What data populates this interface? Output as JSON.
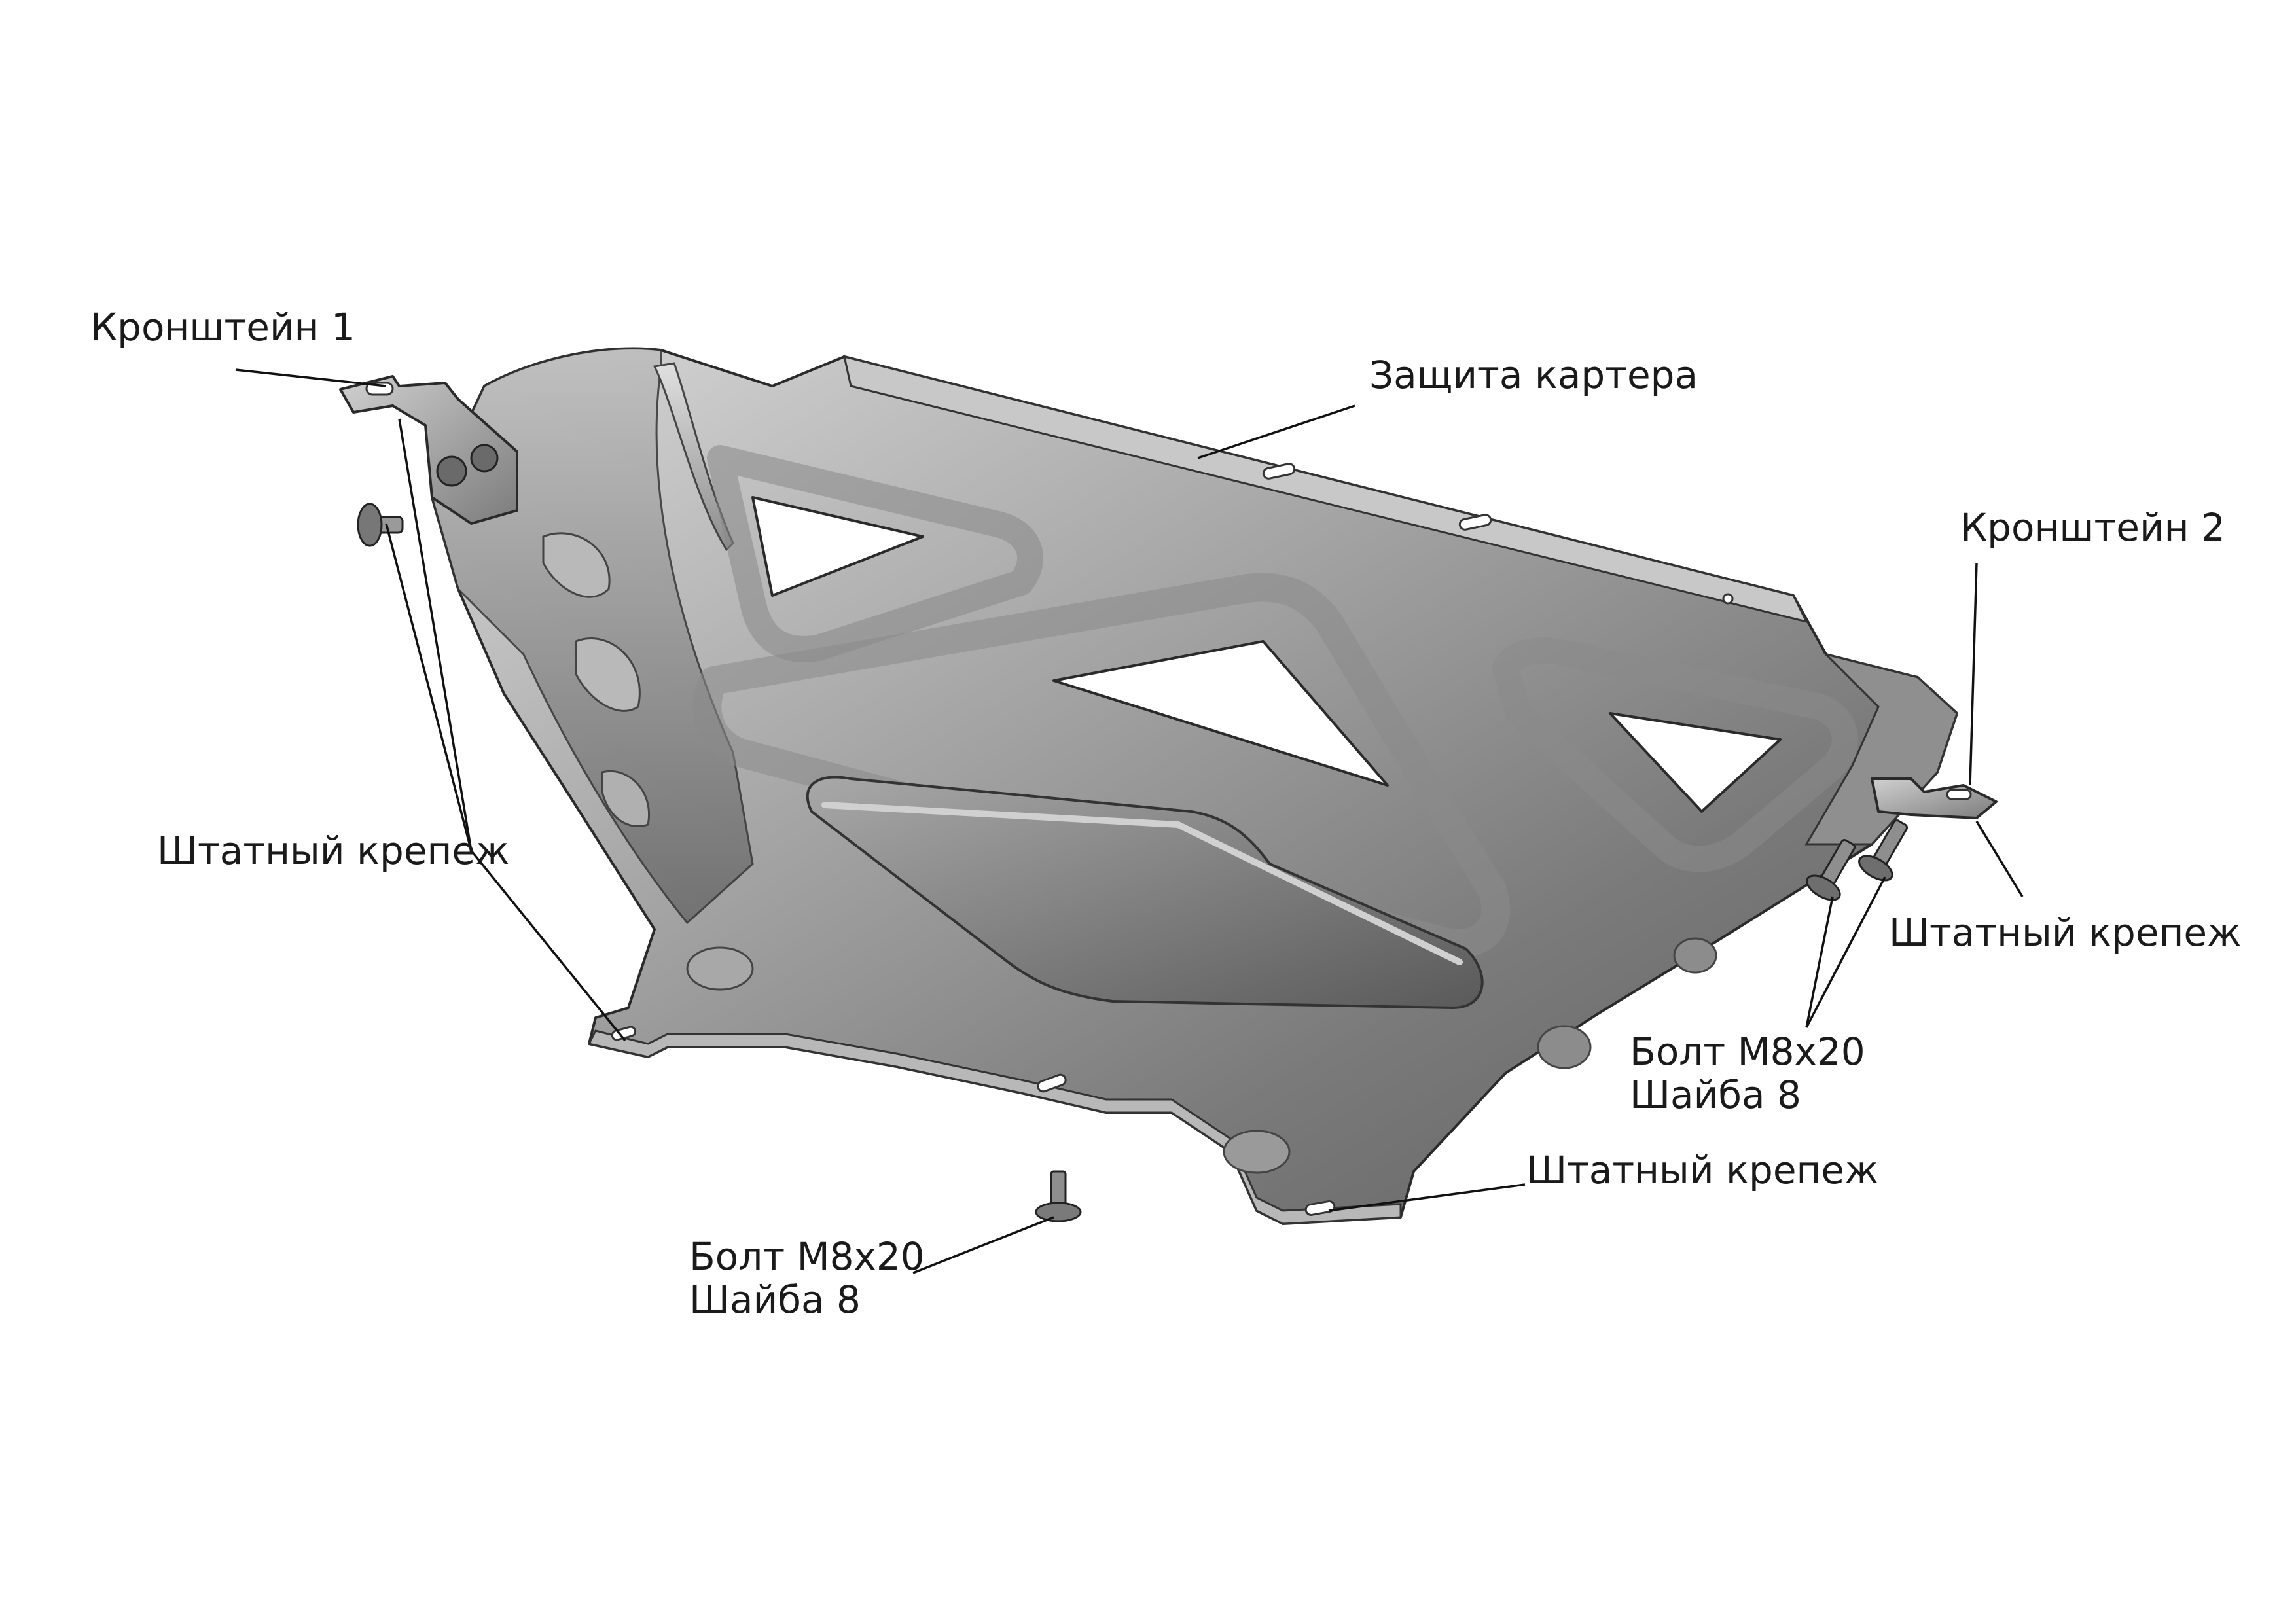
{
  "labels": {
    "bracket_1": "Кронштейн 1",
    "crankcase_guard": "Защита картера",
    "bracket_2": "Кронштейн 2",
    "std_fastener_left": "Штатный крепеж",
    "std_fastener_right": "Штатный крепеж",
    "std_fastener_bottom": "Штатный крепеж",
    "bolt_right_line1": "Болт М8х20",
    "bolt_right_line2": "Шайба 8",
    "bolt_bottom_line1": "Болт М8х20",
    "bolt_bottom_line2": "Шайба 8"
  },
  "colors": {
    "plate_light": "#c9c9c9",
    "plate_mid": "#9a9a9a",
    "plate_dark": "#5c5c5c",
    "rib": "#b4b4b4",
    "cutout": "#ffffff",
    "ink": "#1a1a1a"
  }
}
